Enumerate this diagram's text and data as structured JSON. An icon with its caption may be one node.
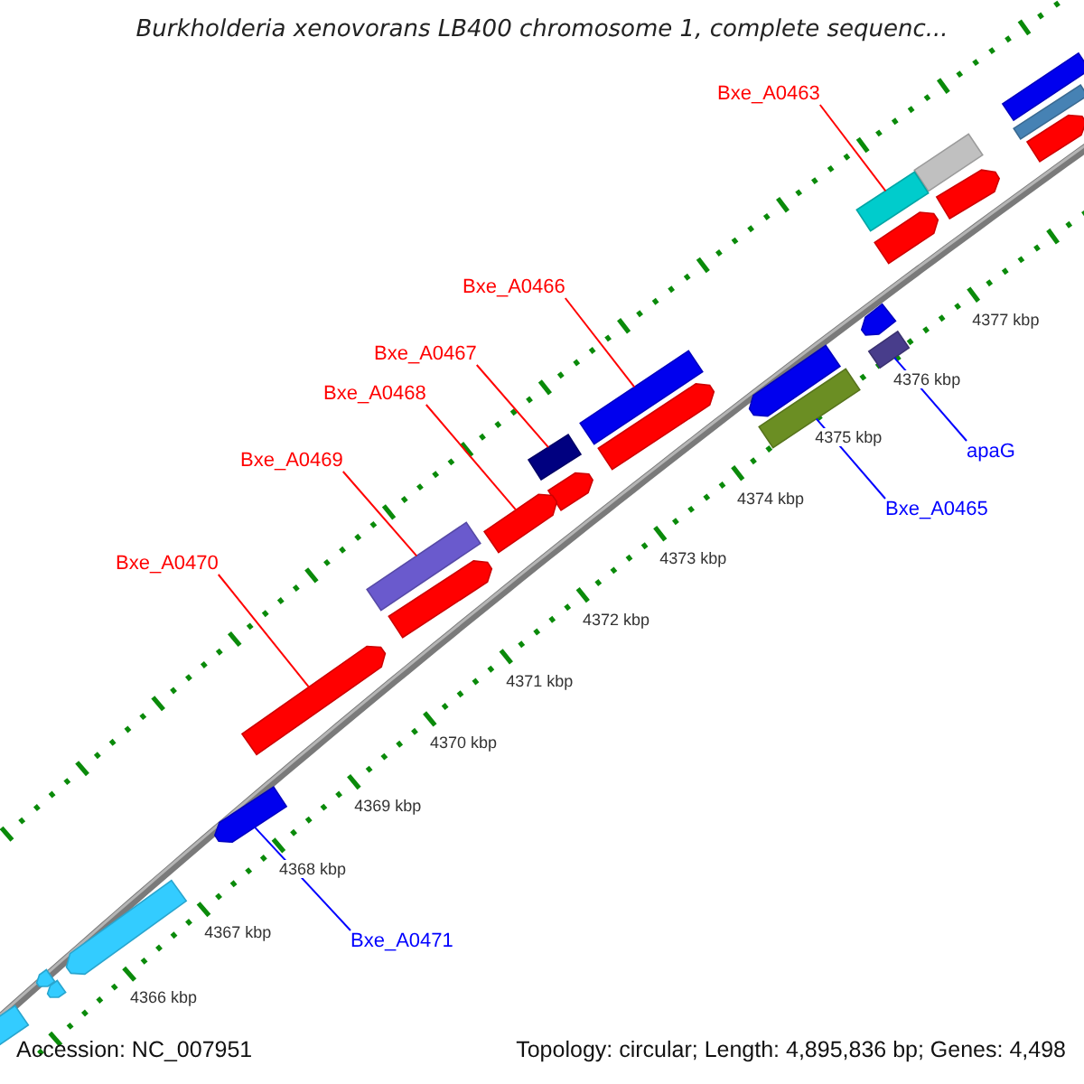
{
  "diagram": {
    "title": "Burkholderia xenovorans LB400 chromosome 1, complete sequenc...",
    "nodes": [
      {
        "text": [
          "Bxe_A0463"
        ]
      },
      {
        "text": [
          "Bxe_A0466"
        ]
      },
      {
        "text": [
          "Bxe_A0467"
        ]
      },
      {
        "text": [
          "Bxe_A0468"
        ]
      },
      {
        "text": [
          "apaG"
        ]
      },
      {
        "text": [
          "Bxe_A0469"
        ]
      },
      {
        "text": [
          "Bxe_A0465"
        ]
      },
      {
        "text": [
          "Bxe_A0470"
        ]
      },
      {
        "text": [
          "Bxe_A0471"
        ]
      },
      {
        "text": [],
        "shape": "bar"
      },
      {
        "text": [],
        "shape": "bar"
      },
      {
        "text": [],
        "shape": "pentagon"
      },
      {
        "text": [],
        "shape": "bar"
      },
      {
        "text": [],
        "shape": "pentagon"
      },
      {
        "text": [],
        "shape": "bar"
      },
      {
        "text": [],
        "shape": "pentagon"
      },
      {
        "text": [],
        "shape": "pentagon"
      },
      {
        "text": [],
        "shape": "bar"
      },
      {
        "text": [],
        "shape": "pentagon"
      },
      {
        "text": [],
        "shape": "bar"
      },
      {
        "text": [],
        "shape": "bar"
      },
      {
        "text": [],
        "shape": "pentagon"
      },
      {
        "text": [],
        "shape": "bar"
      },
      {
        "text": [],
        "shape": "pentagon"
      },
      {
        "text": [],
        "shape": "pentagon"
      },
      {
        "text": [],
        "shape": "bar"
      },
      {
        "text": [],
        "shape": "pentagon"
      },
      {
        "text": [],
        "shape": "pentagon"
      },
      {
        "text": [],
        "shape": "pentagon"
      },
      {
        "text": [],
        "shape": "pentagon"
      },
      {
        "text": [],
        "shape": "pentagon"
      },
      {
        "text": [],
        "shape": "pentagon"
      },
      {
        "text": [],
        "shape": "bar"
      }
    ],
    "edges": [
      {
        "from": 0,
        "to": 14,
        "arrow": "none"
      },
      {
        "from": 1,
        "to": 19,
        "arrow": "none"
      },
      {
        "from": 2,
        "to": 22,
        "arrow": "none"
      },
      {
        "from": 3,
        "to": 24,
        "arrow": "none"
      },
      {
        "from": 4,
        "to": 17,
        "arrow": "none",
        "color": "#0000ff"
      },
      {
        "from": 5,
        "to": 25,
        "arrow": "none"
      },
      {
        "from": 6,
        "to": 20,
        "arrow": "none",
        "color": "#0000ff"
      },
      {
        "from": 7,
        "to": 27,
        "arrow": "none"
      },
      {
        "from": 8,
        "to": 28,
        "arrow": "none",
        "color": "#0000ff"
      }
    ],
    "labels": [
      "4377 kbp",
      "4376 kbp",
      "4375 kbp",
      "4374 kbp",
      "4373 kbp",
      "4372 kbp",
      "4371 kbp",
      "4370 kbp",
      "4369 kbp",
      "4368 kbp",
      "4367 kbp",
      "4366 kbp",
      "Accession: NC_007951",
      "Topology: circular; Length: 4,895,836 bp; Genes: 4,498"
    ]
  }
}
